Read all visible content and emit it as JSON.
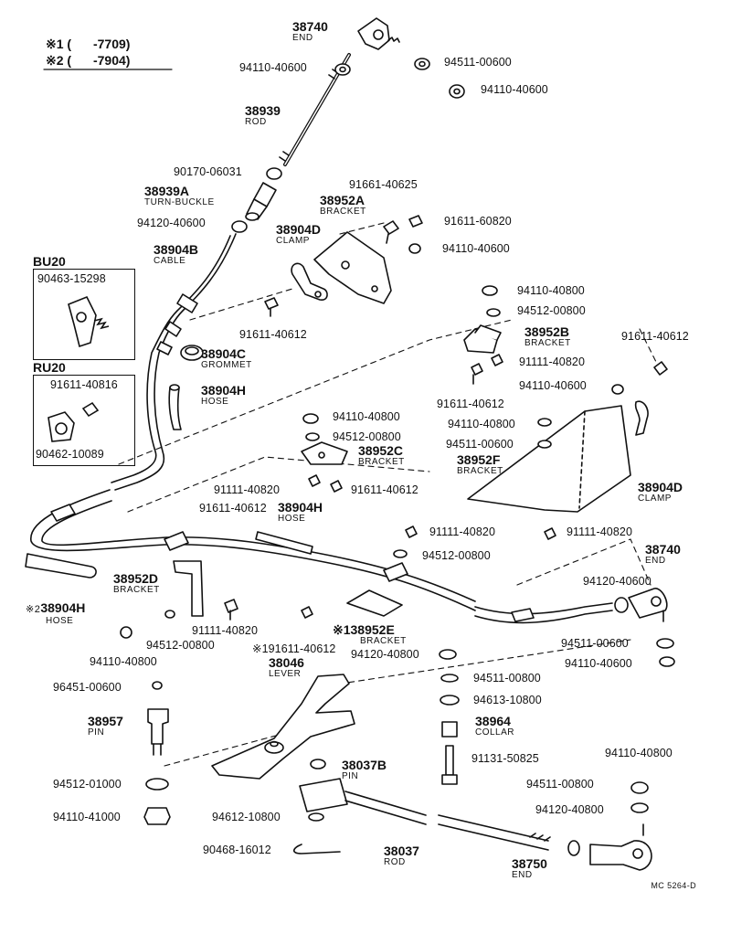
{
  "legend": {
    "line1_mark": "※1",
    "line1_open": "(",
    "line1_value": "-7709)",
    "line2_mark": "※2",
    "line2_open": "(",
    "line2_value": "-7904)"
  },
  "insets": {
    "bu20": {
      "title": "BU20",
      "part": "90463-15298"
    },
    "ru20": {
      "title": "RU20",
      "part1": "91611-40816",
      "part2": "90462-10089"
    }
  },
  "parts": {
    "p38740_top": {
      "num": "38740",
      "name": "END"
    },
    "p38939": {
      "num": "38939",
      "name": "ROD"
    },
    "p38939a": {
      "num": "38939A",
      "name": "TURN-BUCKLE"
    },
    "p38904b": {
      "num": "38904B",
      "name": "CABLE"
    },
    "p38904d_top": {
      "num": "38904D",
      "name": "CLAMP"
    },
    "p38952a": {
      "num": "38952A",
      "name": "BRACKET"
    },
    "p38904c": {
      "num": "38904C",
      "name": "GROMMET"
    },
    "p38904h_a": {
      "num": "38904H",
      "name": "HOSE"
    },
    "p38952b": {
      "num": "38952B",
      "name": "BRACKET"
    },
    "p38952c": {
      "num": "38952C",
      "name": "BRACKET"
    },
    "p38952f": {
      "num": "38952F",
      "name": "BRACKET"
    },
    "p38904d_right": {
      "num": "38904D",
      "name": "CLAMP"
    },
    "p38904h_b": {
      "num": "38904H",
      "name": "HOSE"
    },
    "p38904h_c": {
      "pre": "※2",
      "num": "38904H",
      "name": "HOSE"
    },
    "p38952d": {
      "num": "38952D",
      "name": "BRACKET"
    },
    "p38740_right": {
      "num": "38740",
      "name": "END"
    },
    "p38952e": {
      "num": "※138952E",
      "name": "BRACKET"
    },
    "p38046": {
      "num": "38046",
      "name": "LEVER"
    },
    "p38957": {
      "num": "38957",
      "name": "PIN"
    },
    "p38964": {
      "num": "38964",
      "name": "COLLAR"
    },
    "p38037b": {
      "num": "38037B",
      "name": "PIN"
    },
    "p38037": {
      "num": "38037",
      "name": "ROD"
    },
    "p38750": {
      "num": "38750",
      "name": "END"
    }
  },
  "fasteners": [
    "94110-40600",
    "94511-00600",
    "94110-40600",
    "90170-06031",
    "91661-40625",
    "94120-40600",
    "91611-60820",
    "94110-40600",
    "91611-40612",
    "94110-40800",
    "94512-00800",
    "91611-40612",
    "91111-40820",
    "91611-40612",
    "94110-40600",
    "94110-40800",
    "94110-40800",
    "94512-00800",
    "94511-00600",
    "91111-40820",
    "91611-40612",
    "91611-40612",
    "91111-40820",
    "91111-40820",
    "94512-00800",
    "94120-40600",
    "91111-40820",
    "94512-00800",
    "94110-40800",
    "※191611-40612",
    "94120-40800",
    "94511-00600",
    "94110-40600",
    "96451-00600",
    "94511-00800",
    "94613-10800",
    "91131-50825",
    "94512-01000",
    "94110-40800",
    "94511-00800",
    "94110-41000",
    "94612-10800",
    "94120-40800",
    "90468-16012"
  ],
  "drawing_code": "MC 5264-D"
}
